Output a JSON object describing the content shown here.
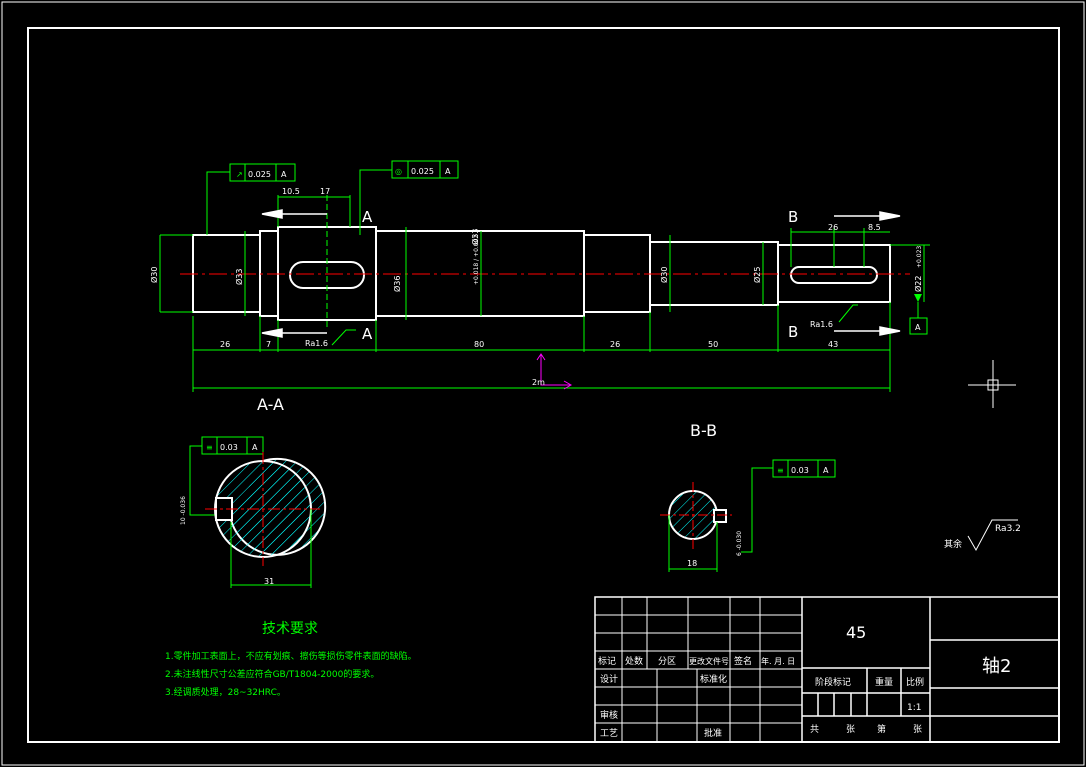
{
  "drawing": {
    "material": "45",
    "part_name": "轴2",
    "scale_value": "1:1",
    "colors": {
      "background": "#000000",
      "outline": "#ffffff",
      "dimension": "#00ff00",
      "centerline": "#ff0000",
      "ucs": "#ff00ff"
    }
  },
  "main_view": {
    "section_letter_a": "A",
    "section_letter_b": "B",
    "tolerance_runout": {
      "symbol": "↗",
      "value": "0.025",
      "datum": "A"
    },
    "tolerance_coaxial": {
      "symbol": "◎",
      "value": "0.025",
      "datum": "A"
    },
    "datum_label": "A",
    "diameters": [
      "Ø30",
      "Ø33",
      "Ø36",
      "Ø33",
      "Ø30",
      "Ø25"
    ],
    "diameter_tolerance_36": "+0.018 / +0.002",
    "diameter_last": "Ø22",
    "diameter_tolerance_22": "+0.023",
    "top_dims": [
      "10.5",
      "17",
      "26",
      "8.5"
    ],
    "bottom_dims": [
      "26",
      "7",
      "80",
      "26",
      "50",
      "43"
    ],
    "overall_length": "2m",
    "roughness_left": "Ra1.6",
    "roughness_right": "Ra1.6"
  },
  "section_aa": {
    "title": "A-A",
    "tolerance_flatness": {
      "symbol": "≡",
      "value": "0.03",
      "datum": "A"
    },
    "width_dim": "31",
    "key_dim": "10 -0.036"
  },
  "section_bb": {
    "title": "B-B",
    "tolerance_flatness": {
      "symbol": "≡",
      "value": "0.03",
      "datum": "A"
    },
    "width_dim": "18",
    "key_dim": "6 -0.030"
  },
  "surface_note": {
    "label": "其余",
    "roughness": "Ra3.2"
  },
  "tech_req": {
    "title": "技术要求",
    "lines": [
      "1.零件加工表面上，不应有划痕、擦伤等损伤零件表面的缺陷。",
      "2.未注线性尺寸公差应符合GB/T1804-2000的要求。",
      "3.经调质处理，28~32HRC。"
    ]
  },
  "title_block": {
    "h_marks": "标记",
    "h_count": "处数",
    "h_zone": "分区",
    "h_changedoc": "更改文件号",
    "h_sign": "签名",
    "h_date": "年. 月. 日",
    "row_design": "设计",
    "row_standard": "标准化",
    "row_review": "审核",
    "row_process": "工艺",
    "row_approve": "批准",
    "stage_mark": "阶段标记",
    "weight": "重量",
    "scale": "比例",
    "total": "共",
    "sheets": "张",
    "page": "第",
    "sheet2": "张"
  }
}
